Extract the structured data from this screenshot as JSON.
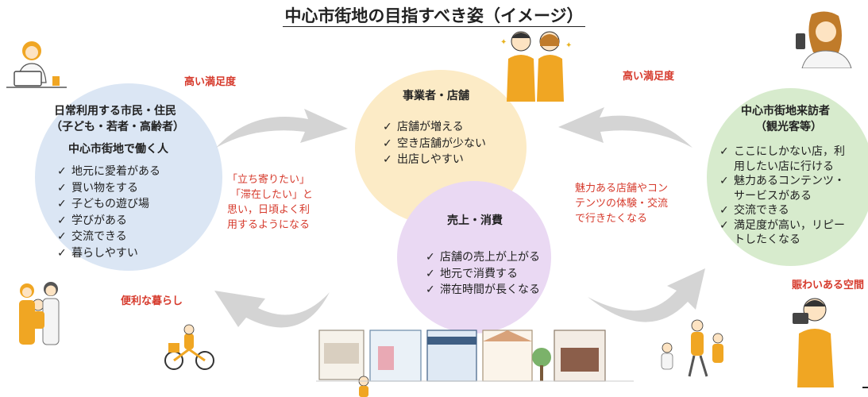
{
  "title": "中心市街地の目指すべき姿（イメージ）",
  "residents": {
    "heading_line1": "日常利用する市民・住民",
    "heading_line2": "（子ども・若者・高齢者）",
    "heading_line3": "中心市街地で働く人",
    "items": [
      "地元に愛着がある",
      "買い物をする",
      "子どもの遊び場",
      "学びがある",
      "交流できる",
      "暮らしやすい"
    ]
  },
  "business": {
    "heading": "事業者・店舗",
    "items": [
      "店舗が増える",
      "空き店舗が少ない",
      "出店しやすい"
    ]
  },
  "sales": {
    "heading": "売上・消費",
    "items": [
      "店舗の売上が上がる",
      "地元で消費する",
      "滞在時間が長くなる"
    ]
  },
  "visitors": {
    "heading_line1": "中心市街地来訪者",
    "heading_line2": "（観光客等）",
    "items": [
      [
        "ここにしかない店，利",
        "用したい店に行ける"
      ],
      [
        "魅力あるコンテンツ・",
        "サービスがある"
      ],
      [
        "交流できる"
      ],
      [
        "満足度が高い，リピー",
        "トしたくなる"
      ]
    ]
  },
  "labels": {
    "high_satisfaction_left": "高い満足度",
    "high_satisfaction_right": "高い満足度",
    "convenient_life": "便利な暮らし",
    "lively_space": "賑わいある空間"
  },
  "notes": {
    "drop_in": [
      "「立ち寄りたい」",
      "「滞在したい」と",
      "思い，日頃よく利",
      "用するようになる"
    ],
    "attractive": [
      "魅力ある店舗やコン",
      "テンツの体験・交流",
      "で行きたくなる"
    ]
  },
  "colors": {
    "blue_circle": "#dbe6f4",
    "yellow_circle": "#fcebc6",
    "purple_circle": "#ead9f3",
    "green_circle": "#d7ebcd",
    "accent_red": "#d63a2c",
    "illustration_orange": "#f0a623",
    "arrow_gray": "#d4d4d4"
  }
}
